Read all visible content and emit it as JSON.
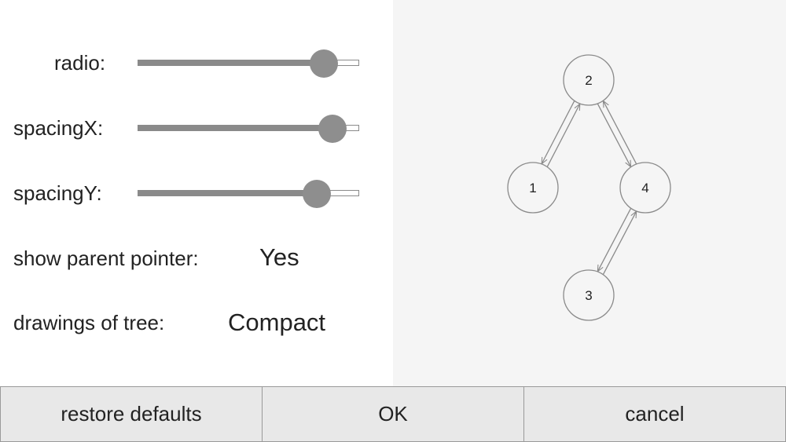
{
  "settings": {
    "radio": {
      "label": "radio:",
      "value_fraction": 0.84
    },
    "spacingX": {
      "label": "spacingX:",
      "value_fraction": 0.88
    },
    "spacingY": {
      "label": "spacingY:",
      "value_fraction": 0.81
    },
    "show_parent_pointer": {
      "label": "show parent pointer:",
      "value": "Yes"
    },
    "drawings_of_tree": {
      "label": "drawings of tree:",
      "value": "Compact"
    }
  },
  "tree": {
    "nodes": [
      {
        "id": "2",
        "label": "2"
      },
      {
        "id": "1",
        "label": "1"
      },
      {
        "id": "4",
        "label": "4"
      },
      {
        "id": "3",
        "label": "3"
      }
    ],
    "edges": [
      {
        "parent": "2",
        "child": "1"
      },
      {
        "parent": "2",
        "child": "4"
      },
      {
        "parent": "4",
        "child": "3"
      }
    ]
  },
  "buttons": {
    "restore_defaults": "restore defaults",
    "ok": "OK",
    "cancel": "cancel"
  },
  "colors": {
    "preview_background": "#f5f5f5",
    "slider_fill": "#8a8a8a",
    "slider_thumb": "#8e8e8e",
    "button_background": "#e8e8e8",
    "node_stroke": "#8a8a8a"
  }
}
